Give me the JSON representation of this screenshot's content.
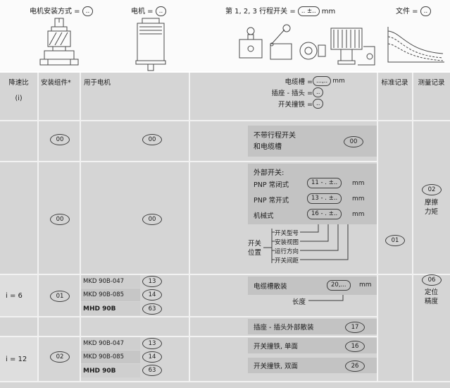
{
  "colors": {
    "page_bg": "#d5d5d5",
    "top_band_bg": "#fbfbfb",
    "box_bg": "#c3c3c3",
    "grid_line": "#f2f2f2"
  },
  "top": {
    "mount": {
      "label": "电机安装方式 =",
      "value": ".."
    },
    "motor": {
      "label": "电机 =",
      "value": ".."
    },
    "travel": {
      "label": "第 1, 2, 3 行程开关 =",
      "value": ".. ±..",
      "unit": "mm"
    },
    "doc": {
      "label": "文件 =",
      "value": ".."
    }
  },
  "header": {
    "ratio": "降速比",
    "ratio_sub": "(i)",
    "assembly": "安装组件*",
    "motor": "用于电机",
    "cable": {
      "label": "电缆槽 =",
      "value": "...,..",
      "unit": "mm"
    },
    "socket": {
      "label": "插座 - 插头 =",
      "value": ".."
    },
    "striker": {
      "label": "开关撞铁 =",
      "value": ".."
    },
    "standard": "标准记录",
    "measure": "测量记录"
  },
  "rows": {
    "no_switch": {
      "assembly_code": "00",
      "motor_code": "00",
      "line1": "不带行程开关",
      "line2": "和电缆槽",
      "code": "00"
    },
    "external": {
      "assembly_code": "00",
      "motor_code": "00",
      "title": "外部开关:",
      "items": [
        {
          "label": "PNP 常闭式",
          "value": "11 - . ±..",
          "unit": "mm"
        },
        {
          "label": "PNP 常开式",
          "value": "13 - . ±..",
          "unit": "mm"
        },
        {
          "label": "机械式",
          "value": "16 - . ±..",
          "unit": "mm"
        }
      ],
      "position": {
        "line1": "开关",
        "line2": "位置",
        "items": [
          "开关型号",
          "安装视图",
          "运行方向",
          "开关间距"
        ]
      }
    },
    "cable_bulk": {
      "label": "电缆槽散装",
      "value": "20,...",
      "unit": "mm",
      "length_label": "长度"
    },
    "socket_bulk": {
      "label": "插座 - 插头外部散装",
      "code": "17"
    },
    "striker_single": {
      "label": "开关撞铁, 单面",
      "code": "16"
    },
    "striker_double": {
      "label": "开关撞铁, 双面",
      "code": "26"
    }
  },
  "records": {
    "standard_code": "01",
    "friction": {
      "code": "02",
      "line1": "摩擦",
      "line2": "力矩"
    },
    "positioning": {
      "code": "06",
      "line1": "定位",
      "line2": "精度"
    }
  },
  "ratio_blocks": [
    {
      "ratio": "i = 6",
      "assembly_code": "01",
      "motors": [
        {
          "name": "MKD 90B-047",
          "code": "13"
        },
        {
          "name": "MKD 90B-085",
          "code": "14"
        },
        {
          "name": "MHD 90B",
          "code": "63"
        }
      ]
    },
    {
      "ratio": "i = 12",
      "assembly_code": "02",
      "motors": [
        {
          "name": "MKD 90B-047",
          "code": "13"
        },
        {
          "name": "MKD 90B-085",
          "code": "14"
        },
        {
          "name": "MHD 90B",
          "code": "63"
        }
      ]
    }
  ]
}
